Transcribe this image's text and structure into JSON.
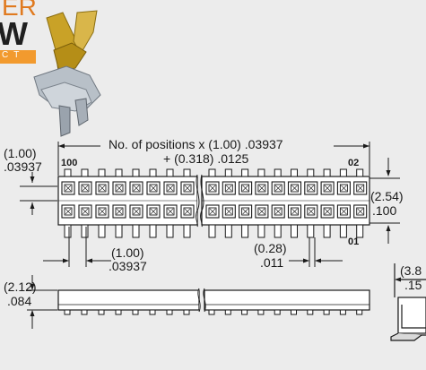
{
  "logo": {
    "line1": "ER",
    "line2": "W",
    "line3": "CT",
    "colors": {
      "orange": "#f29a2e",
      "dark": "#1f1f1f"
    }
  },
  "header_image": {
    "icon": "connector-contact-pin-icon",
    "colors": [
      "#c9a227",
      "#9aa3ad"
    ]
  },
  "labels": {
    "pitch_top_mm": "(1.00)",
    "pitch_top_in": ".03937",
    "pos_formula_line1": "No. of positions x (1.00) .03937",
    "pos_formula_line2": "+ (0.318) .0125",
    "pos_100": "100",
    "pos_02": "02",
    "pos_01": "01",
    "row_pitch_mm": "(2.54)",
    "row_pitch_in": ".100",
    "pitch_bottom_mm": "(1.00)",
    "pitch_bottom_in": ".03937",
    "pin_width_mm": "(0.28)",
    "pin_width_in": ".011",
    "height_mm": "(2.12)",
    "height_in": ".084",
    "side_width_mm": "(3.8",
    "side_width_in": ".15"
  },
  "drawing": {
    "line_color": "#1a1a1a",
    "body_fill": "#ffffff",
    "background": "#ececec"
  }
}
